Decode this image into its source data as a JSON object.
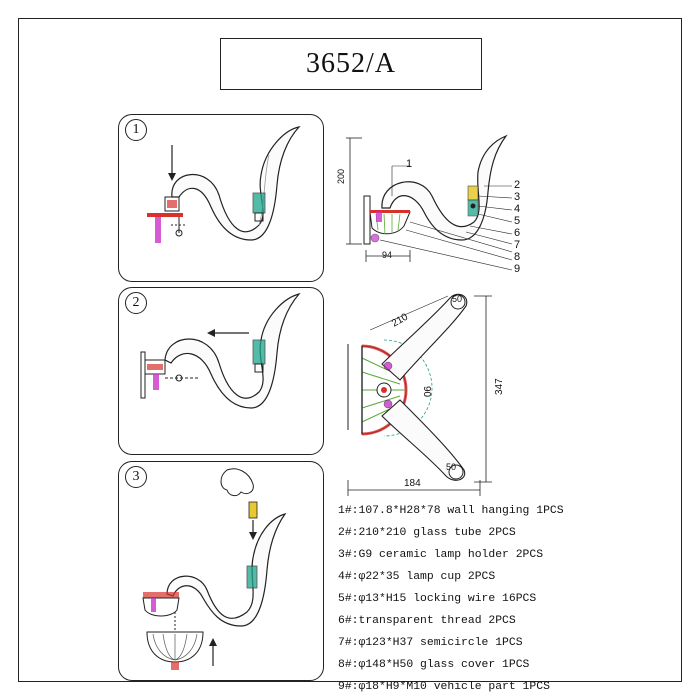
{
  "model": "3652/A",
  "steps": [
    {
      "num": "1"
    },
    {
      "num": "2"
    },
    {
      "num": "3"
    }
  ],
  "side_view": {
    "labels": [
      "1",
      "2",
      "3",
      "4",
      "5",
      "6",
      "7",
      "8",
      "9"
    ],
    "height_dim": "200",
    "depth_dim": "94"
  },
  "top_view": {
    "length_dim": "347",
    "width_dim": "184",
    "arm_dim": "210",
    "radius_dim": "90",
    "end_dim_top": "50",
    "end_dim_bottom": "50"
  },
  "parts": [
    "1#:107.8*H28*78 wall hanging 1PCS",
    "2#:210*210 glass tube 2PCS",
    "3#:G9 ceramic lamp holder 2PCS",
    "4#:φ22*35 lamp cup 2PCS",
    "5#:φ13*H15 locking wire 16PCS",
    "6#:transparent thread 2PCS",
    "7#:φ123*H37 semicircle 1PCS",
    "8#:φ148*H50 glass cover 1PCS",
    "9#:φ18*H9*M10 vehicle part 1PCS"
  ],
  "colors": {
    "line": "#222222",
    "magenta": "#cc33cc",
    "red": "#d9302c",
    "teal": "#1aa58a",
    "yellow": "#e8c830",
    "green": "#5aa832"
  }
}
